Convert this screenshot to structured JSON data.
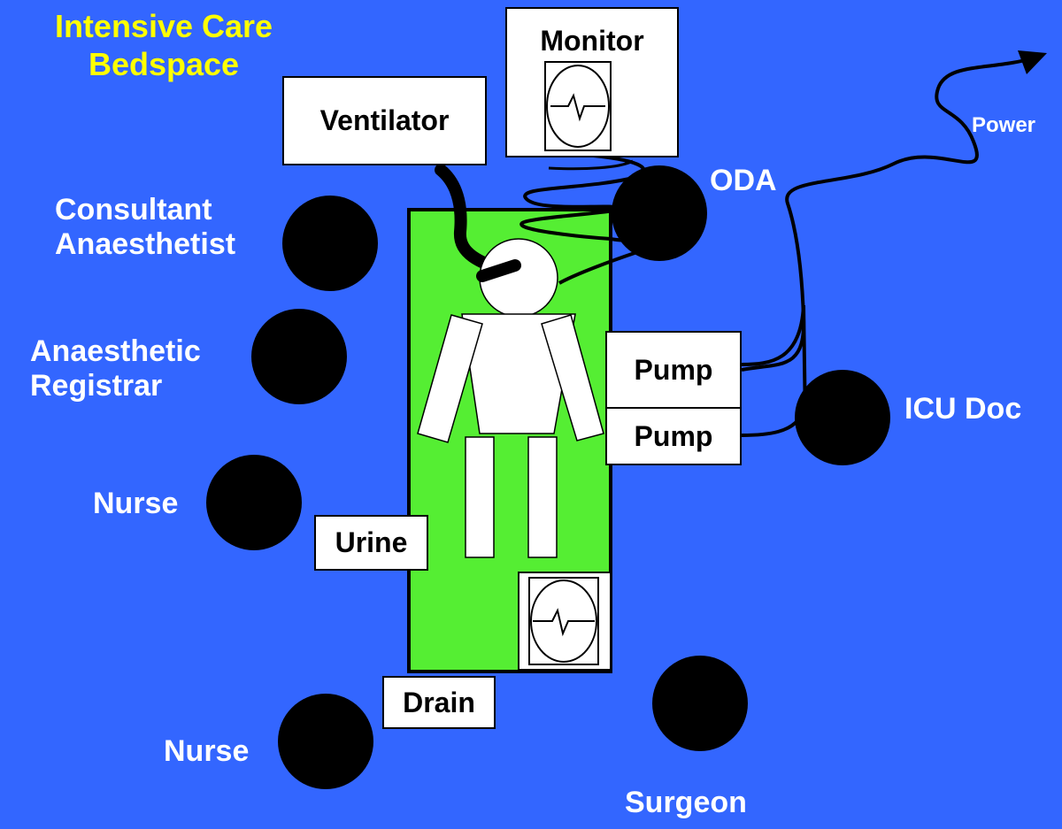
{
  "title": {
    "line1": "Intensive Care",
    "line2": "Bedspace"
  },
  "equipment": {
    "monitor": "Monitor",
    "ventilator": "Ventilator",
    "pump_top": "Pump",
    "pump_bottom": "Pump",
    "urine": "Urine",
    "drain": "Drain",
    "power": "Power"
  },
  "people": {
    "oda": "ODA",
    "consultant": {
      "line1": "Consultant",
      "line2": "Anaesthetist"
    },
    "registrar": {
      "line1": "Anaesthetic",
      "line2": "Registrar"
    },
    "nurse_mid": "Nurse",
    "nurse_bottom": "Nurse",
    "icu_doc": "ICU Doc",
    "surgeon": "Surgeon"
  },
  "colors": {
    "background": "#3366FF",
    "bed": "#55EE33",
    "title_text": "#FFFF00",
    "label_text": "#FFFFFF",
    "person_circle": "#000000"
  }
}
